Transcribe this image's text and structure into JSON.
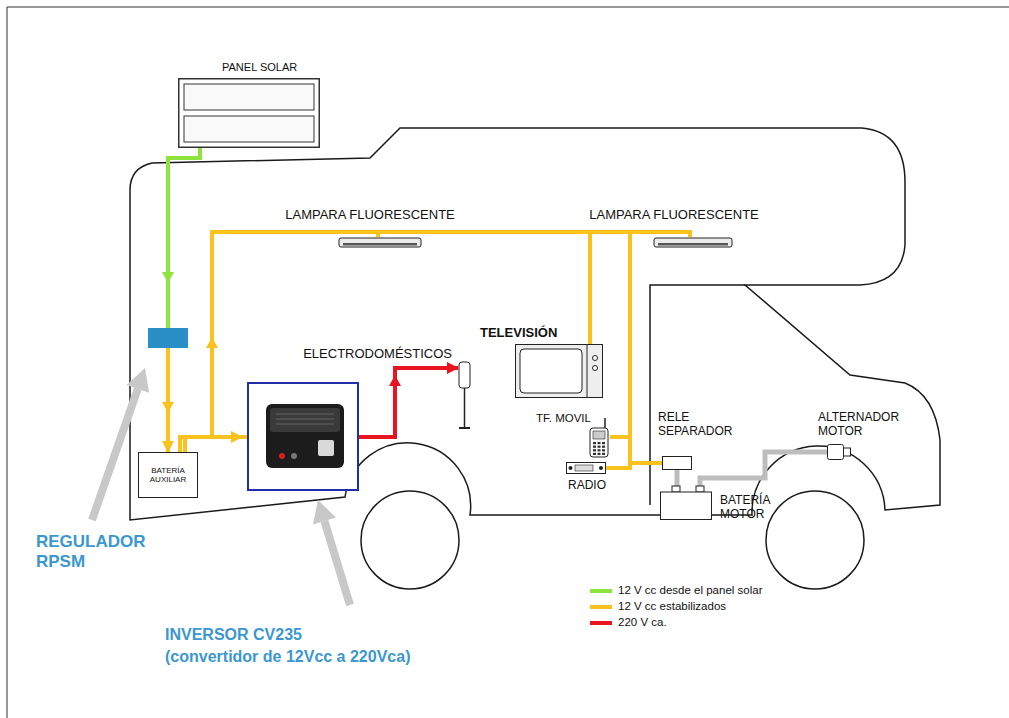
{
  "diagram": {
    "nodes": [
      {
        "text": [
          "PANEL SOLAR"
        ]
      },
      {
        "text": [
          "LAMPARA FLUORESCENTE"
        ]
      },
      {
        "text": [
          "LAMPARA FLUORESCENTE"
        ]
      },
      {
        "text": [
          "ELECTRODOMÉSTICOS"
        ]
      },
      {
        "text": [
          "TELEVISIÓN"
        ]
      },
      {
        "text": [
          "TF. MOVIL"
        ]
      },
      {
        "text": [
          "RELE SEPARADOR"
        ]
      },
      {
        "text": [
          "ALTERNADOR MOTOR"
        ]
      },
      {
        "text": [
          "BATERÍA AUXILIAR"
        ]
      },
      {
        "text": [
          "RADIO"
        ]
      },
      {
        "text": [
          "BATERÍA MOTOR"
        ]
      }
    ],
    "edges": [
      {
        "from": 0,
        "to": 8,
        "arrow": "to"
      },
      {
        "from": 8,
        "to": 3,
        "arrow": "to"
      },
      {
        "from": 8,
        "to": 1,
        "arrow": "none"
      },
      {
        "from": 8,
        "to": 2,
        "arrow": "none"
      },
      {
        "from": 8,
        "to": 4,
        "arrow": "none"
      },
      {
        "from": 8,
        "to": 5,
        "arrow": "none"
      },
      {
        "from": 8,
        "to": 9,
        "arrow": "none"
      },
      {
        "from": 8,
        "to": 6,
        "arrow": "none"
      },
      {
        "from": 6,
        "to": 10,
        "arrow": "none"
      },
      {
        "from": 10,
        "to": 7,
        "arrow": "none"
      }
    ],
    "labels": [
      "REGULADOR RPSM",
      "INVERSOR CV235",
      "(convertidor de 12Vcc a 220Vca)"
    ],
    "legend": [
      {
        "text": "12 V cc desde el panel solar",
        "color": "#8ee43c"
      },
      {
        "text": "12 V cc estabilizados",
        "color": "#f9c21c"
      },
      {
        "text": "220 V ca.",
        "color": "#e8141f"
      }
    ]
  }
}
